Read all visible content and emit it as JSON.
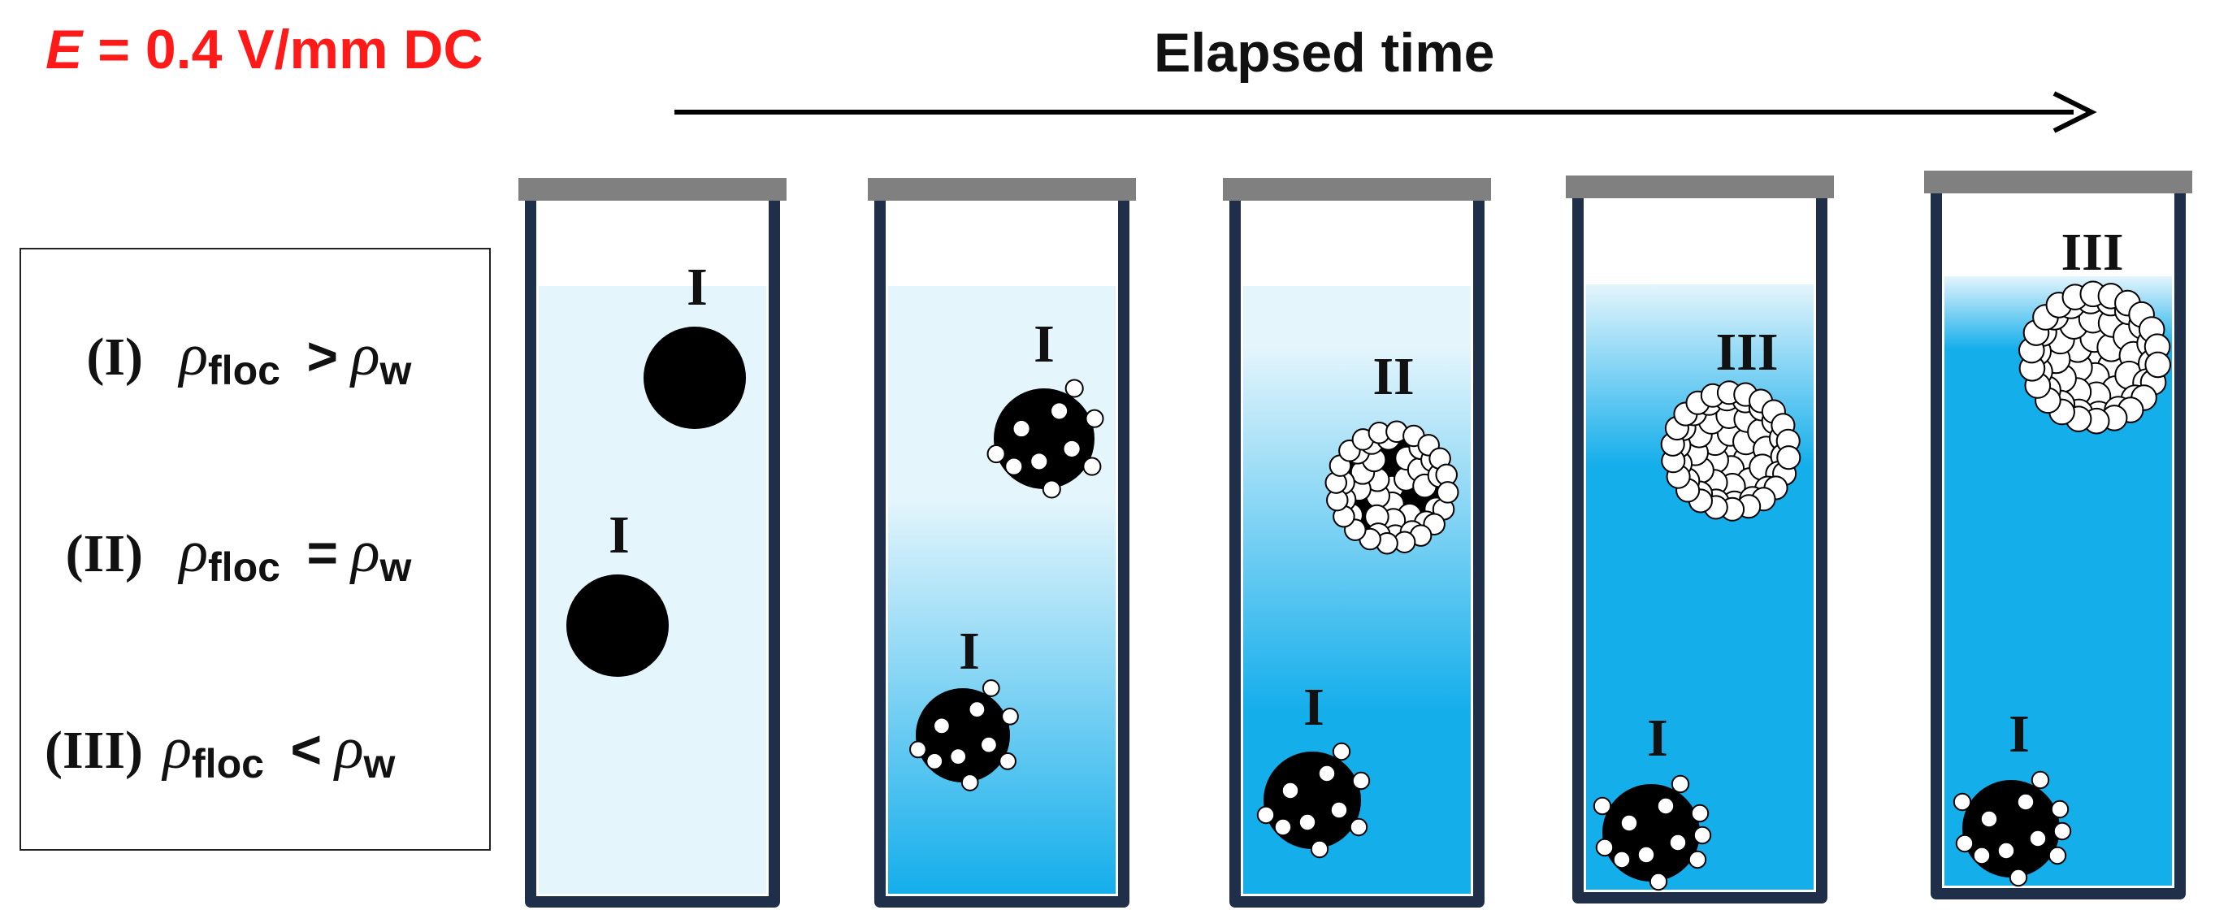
{
  "header": {
    "field_symbol": "E",
    "field_value": " = 0.4 V/mm DC",
    "arrow_label": "Elapsed time"
  },
  "legend": {
    "rows": [
      {
        "roman": "(I)",
        "rho": "ρ",
        "sub_left": "floc",
        "operator": ">",
        "rho_right": "ρ",
        "sub_right": "w"
      },
      {
        "roman": "(II)",
        "rho": "ρ",
        "sub_left": "floc",
        "operator": "=",
        "rho_right": "ρ",
        "sub_right": "w"
      },
      {
        "roman": "(III)",
        "rho": "ρ",
        "sub_left": "floc",
        "operator": "<",
        "rho_right": "ρ",
        "sub_right": "w"
      }
    ]
  },
  "colors": {
    "field_label": "#ff1a1a",
    "tube_wall": "#1f2f4a",
    "tube_cap": "#808080",
    "water_light": "#e4f5fc",
    "water_deep": "#14aeeb",
    "floc_core": "#000000",
    "bubble": "#ffffff"
  },
  "tubes": [
    {
      "flocs": [
        {
          "label": "I",
          "bubble_coverage": 0
        },
        {
          "label": "I",
          "bubble_coverage": 0
        }
      ]
    },
    {
      "flocs": [
        {
          "label": "I",
          "bubble_coverage": 0.3
        },
        {
          "label": "I",
          "bubble_coverage": 0.3
        }
      ]
    },
    {
      "flocs": [
        {
          "label": "II",
          "bubble_coverage": 0.75
        },
        {
          "label": "I",
          "bubble_coverage": 0.3
        }
      ]
    },
    {
      "flocs": [
        {
          "label": "III",
          "bubble_coverage": 1
        },
        {
          "label": "I",
          "bubble_coverage": 0.35
        }
      ]
    },
    {
      "flocs": [
        {
          "label": "III",
          "bubble_coverage": 1
        },
        {
          "label": "I",
          "bubble_coverage": 0.35
        }
      ]
    }
  ]
}
